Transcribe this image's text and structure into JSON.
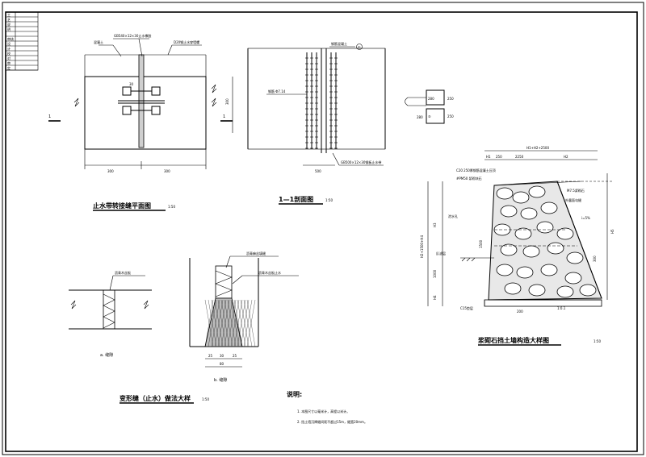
{
  "drawing": {
    "title_block": [
      "工",
      "艺",
      "说",
      "明",
      "",
      "审核",
      "设",
      "计",
      "校",
      "对",
      "审",
      "定"
    ]
  },
  "plan_view": {
    "title": "止水带转接缝平面图",
    "scale": "1:50",
    "label_pipe": "GB540×12×30止水橡胶",
    "label_water_stop": "D20钢止水穿墙螺",
    "label_concrete": "混凝土",
    "dim_left": "300",
    "dim_right": "300",
    "dim_30": "30",
    "section_mark": "1"
  },
  "section_view": {
    "title": "1—1剖面图",
    "scale": "1:50",
    "label_top": "钢筋混凝土",
    "label_bar": "钢筋 Φ7.14",
    "label_bottom": "GB500×12×30钢板止水带",
    "dim_500": "500",
    "dim_300": "300",
    "circle_mark": "①"
  },
  "detail_rebar": {
    "top_val": "280",
    "bottom_val": "280",
    "right_top": "250",
    "right_bottom": "250",
    "mark_top": "②",
    "mark_bottom": "⑤"
  },
  "joint_a": {
    "caption": "a. 缝隙",
    "label": "沥青木丝板"
  },
  "joint_b": {
    "caption": "b. 缝隙",
    "label_top": "沥青麻丝填缝",
    "label_mid": "沥青木丝板止水",
    "dims": [
      "25",
      "30",
      "25"
    ],
    "dim_total": "80"
  },
  "joint_title": {
    "title": "变形缝（止水）做法大样",
    "scale": "1:50"
  },
  "retaining": {
    "title": "浆砌石挡土墙构造大样图",
    "scale": "1:50",
    "top_dim": "H1+H2+2500",
    "top_sub": [
      "H1",
      "250",
      "2250",
      "H2"
    ],
    "labels": [
      "C20 250厚钢筋混凝土压顶",
      "#PM50 浆砌块石",
      "M7.5浆砌石",
      "外露面勾缝",
      "泄水孔",
      "i=5%",
      "反滤层",
      "C15垫层"
    ],
    "left_dims": [
      "H3",
      "H2+1500+H4",
      "1000",
      "H4",
      "1500"
    ],
    "right_dims": [
      "H5",
      "300"
    ],
    "base_dim": "200",
    "slope": "1:0.1"
  },
  "notes": {
    "heading": "说明:",
    "items": [
      "1. 本图尺寸以毫米计，高程以米计。",
      "2. 挡土墙沉降缝间距不超过15m，缝宽20mm。"
    ]
  }
}
